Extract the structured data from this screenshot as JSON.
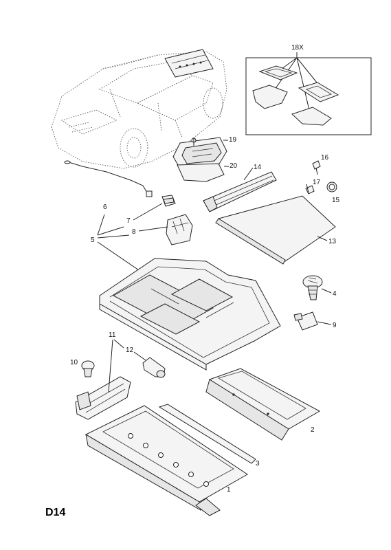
{
  "diagram_code": "D14",
  "inset_label": "18X",
  "callouts": {
    "c1": "1",
    "c2": "2",
    "c3": "3",
    "c4": "4",
    "c5": "5",
    "c6": "6",
    "c7": "7",
    "c8": "8",
    "c9": "9",
    "c10": "10",
    "c11": "11",
    "c12": "12",
    "c13": "13",
    "c14": "14",
    "c15": "15",
    "c16": "16",
    "c17": "17",
    "c19": "19",
    "c20": "20"
  }
}
